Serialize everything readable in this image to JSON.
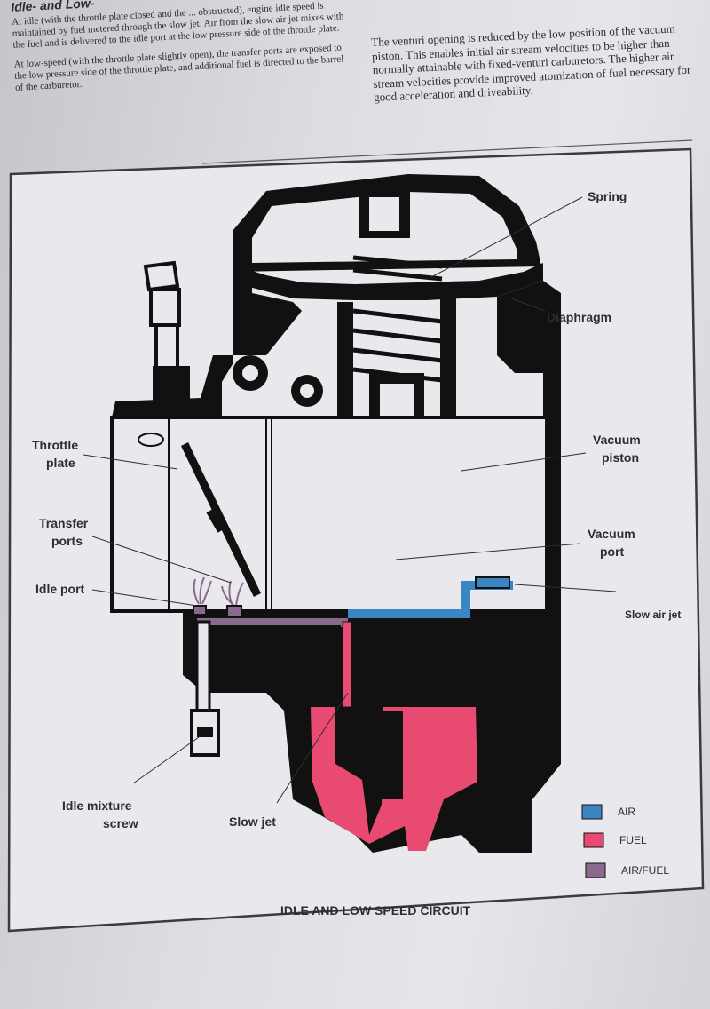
{
  "text": {
    "heading": "Idle- and Low-",
    "left_paragraphs": [
      "At idle (with the throttle plate closed and the ... obstructed), engine idle speed is maintained by fuel metered through the slow jet. Air from the slow air jet mixes with the fuel and is delivered to the idle port at the low pressure side of the throttle plate.",
      "At low-speed (with the throttle plate slightly open), the transfer ports are exposed to the low pressure side of the throttle plate, and additional fuel is directed to the barrel of the carburetor."
    ],
    "right_paragraphs": [
      "The venturi opening is reduced by the low position of the vacuum piston. This enables initial air stream velocities to be higher than normally attainable with fixed-venturi carburetors. The higher air stream velocities provide improved atomization of fuel necessary for good acceleration and driveability."
    ]
  },
  "diagram": {
    "labels": {
      "spring": "Spring",
      "diaphragm": "Diaphragm",
      "throttle_plate_1": "Throttle",
      "throttle_plate_2": "plate",
      "vacuum_piston_1": "Vacuum",
      "vacuum_piston_2": "piston",
      "transfer_ports_1": "Transfer",
      "transfer_ports_2": "ports",
      "vacuum_port_1": "Vacuum",
      "vacuum_port_2": "port",
      "idle_port": "Idle port",
      "slow_air_jet": "Slow air jet",
      "idle_mixture_screw_1": "Idle mixture",
      "idle_mixture_screw_2": "screw",
      "slow_jet": "Slow jet"
    },
    "legend": [
      {
        "label": "AIR",
        "color": "#3a86c4"
      },
      {
        "label": "FUEL",
        "color": "#e84a72"
      },
      {
        "label": "AIR/FUEL",
        "color": "#8a6a8c"
      }
    ],
    "caption": "IDLE AND LOW SPEED CIRCUIT"
  }
}
